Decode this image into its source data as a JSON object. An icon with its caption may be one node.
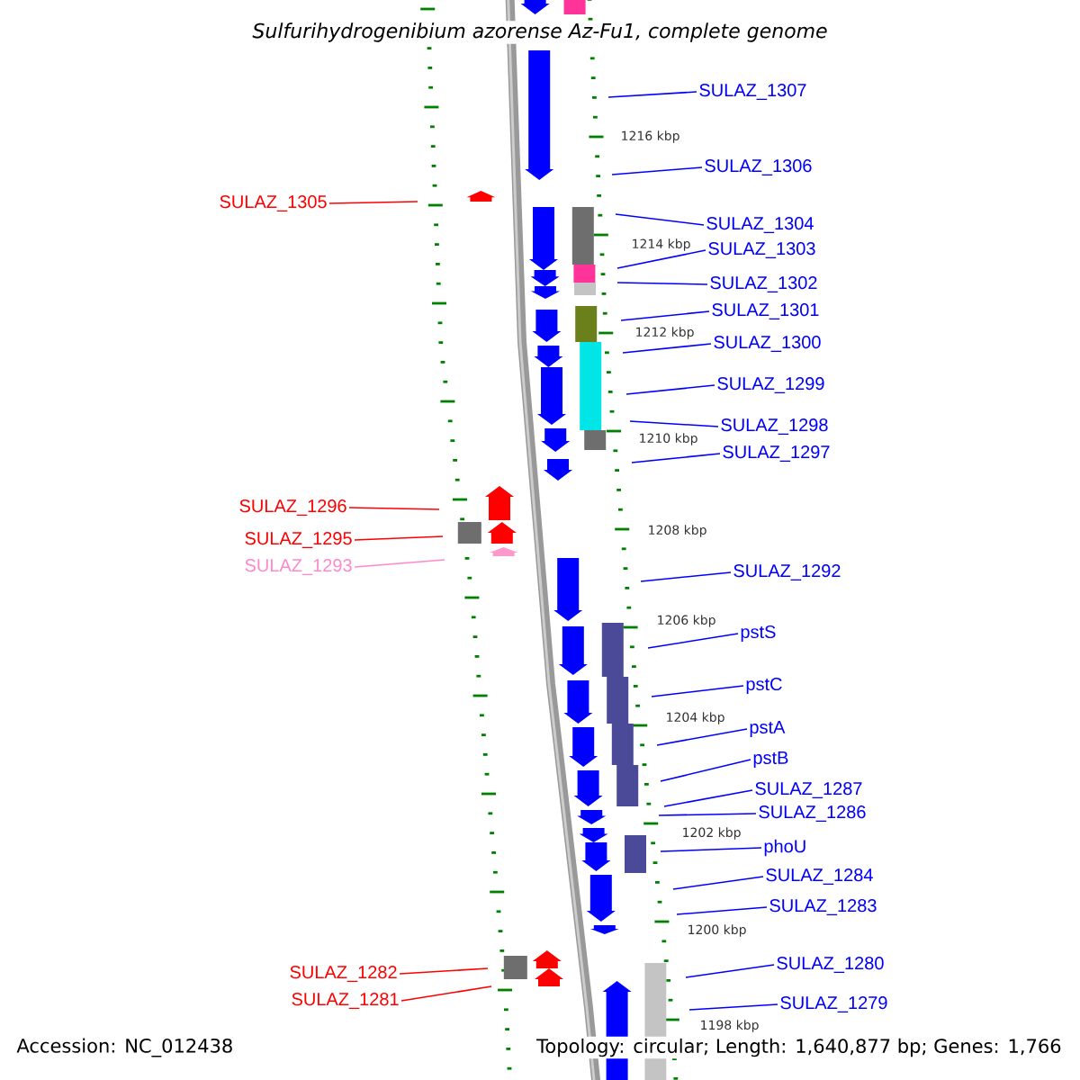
{
  "diagram": {
    "title": "Sulfurihydrogenibium azorense Az-Fu1, complete genome",
    "nodes": [
      {
        "text": [
          "SULAZ_1307"
        ]
      },
      {
        "text": [
          "SULAZ_1306"
        ]
      },
      {
        "text": [
          "SULAZ_1305"
        ]
      },
      {
        "text": [
          "SULAZ_1304"
        ]
      },
      {
        "text": [
          "SULAZ_1303"
        ]
      },
      {
        "text": [
          "SULAZ_1302"
        ]
      },
      {
        "text": [
          "SULAZ_1301"
        ]
      },
      {
        "text": [
          "SULAZ_1300"
        ]
      },
      {
        "text": [
          "SULAZ_1299"
        ]
      },
      {
        "text": [
          "SULAZ_1298"
        ]
      },
      {
        "text": [
          "SULAZ_1297"
        ]
      },
      {
        "text": [
          "SULAZ_1296"
        ]
      },
      {
        "text": [
          "SULAZ_1295"
        ]
      },
      {
        "text": [
          "SULAZ_1293"
        ]
      },
      {
        "text": [
          "SULAZ_1292"
        ]
      },
      {
        "text": [
          "pstS"
        ]
      },
      {
        "text": [
          "pstC"
        ]
      },
      {
        "text": [
          "pstA"
        ]
      },
      {
        "text": [
          "pstB"
        ]
      },
      {
        "text": [
          "SULAZ_1287"
        ]
      },
      {
        "text": [
          "SULAZ_1286"
        ]
      },
      {
        "text": [
          "phoU"
        ]
      },
      {
        "text": [
          "SULAZ_1284"
        ]
      },
      {
        "text": [
          "SULAZ_1283"
        ]
      },
      {
        "text": [
          "SULAZ_1280"
        ]
      },
      {
        "text": [
          "SULAZ_1282"
        ]
      },
      {
        "text": [
          "SULAZ_1281"
        ]
      },
      {
        "text": [
          "SULAZ_1279"
        ]
      }
    ],
    "edges": [
      {
        "from": 0,
        "to": null,
        "arrow": "none"
      },
      {
        "from": 1,
        "to": null,
        "arrow": "none"
      },
      {
        "from": 2,
        "to": null,
        "arrow": "none",
        "color": "#ff0000"
      },
      {
        "from": 3,
        "to": null,
        "arrow": "none"
      },
      {
        "from": 4,
        "to": null,
        "arrow": "none"
      },
      {
        "from": 5,
        "to": null,
        "arrow": "none"
      },
      {
        "from": 6,
        "to": null,
        "arrow": "none"
      },
      {
        "from": 7,
        "to": null,
        "arrow": "none"
      },
      {
        "from": 8,
        "to": null,
        "arrow": "none"
      },
      {
        "from": 9,
        "to": null,
        "arrow": "none"
      },
      {
        "from": 10,
        "to": null,
        "arrow": "none"
      },
      {
        "from": 11,
        "to": null,
        "arrow": "none",
        "color": "#ff0000"
      },
      {
        "from": 12,
        "to": null,
        "arrow": "none",
        "color": "#ff0000"
      },
      {
        "from": 13,
        "to": null,
        "arrow": "none",
        "color": "#ff88cc"
      },
      {
        "from": 14,
        "to": null,
        "arrow": "none"
      },
      {
        "from": 15,
        "to": null,
        "arrow": "none"
      },
      {
        "from": 16,
        "to": null,
        "arrow": "none"
      },
      {
        "from": 17,
        "to": null,
        "arrow": "none"
      },
      {
        "from": 18,
        "to": null,
        "arrow": "none"
      },
      {
        "from": 19,
        "to": null,
        "arrow": "none"
      },
      {
        "from": 20,
        "to": null,
        "arrow": "none"
      },
      {
        "from": 21,
        "to": null,
        "arrow": "none"
      },
      {
        "from": 22,
        "to": null,
        "arrow": "none"
      },
      {
        "from": 23,
        "to": null,
        "arrow": "none"
      },
      {
        "from": 24,
        "to": null,
        "arrow": "none"
      },
      {
        "from": 25,
        "to": null,
        "arrow": "none",
        "color": "#ff0000"
      },
      {
        "from": 26,
        "to": null,
        "arrow": "none",
        "color": "#ff0000"
      },
      {
        "from": 27,
        "to": null,
        "arrow": "none"
      }
    ],
    "labels": [
      "1216 kbp",
      "1214 kbp",
      "1212 kbp",
      "1210 kbp",
      "1208 kbp",
      "1206 kbp",
      "1204 kbp",
      "1202 kbp",
      "1200 kbp",
      "1198 kbp",
      "Accession: NC_012438",
      "Topology: circular; Length: 1,640,877 bp; Genes: 1,766"
    ]
  }
}
